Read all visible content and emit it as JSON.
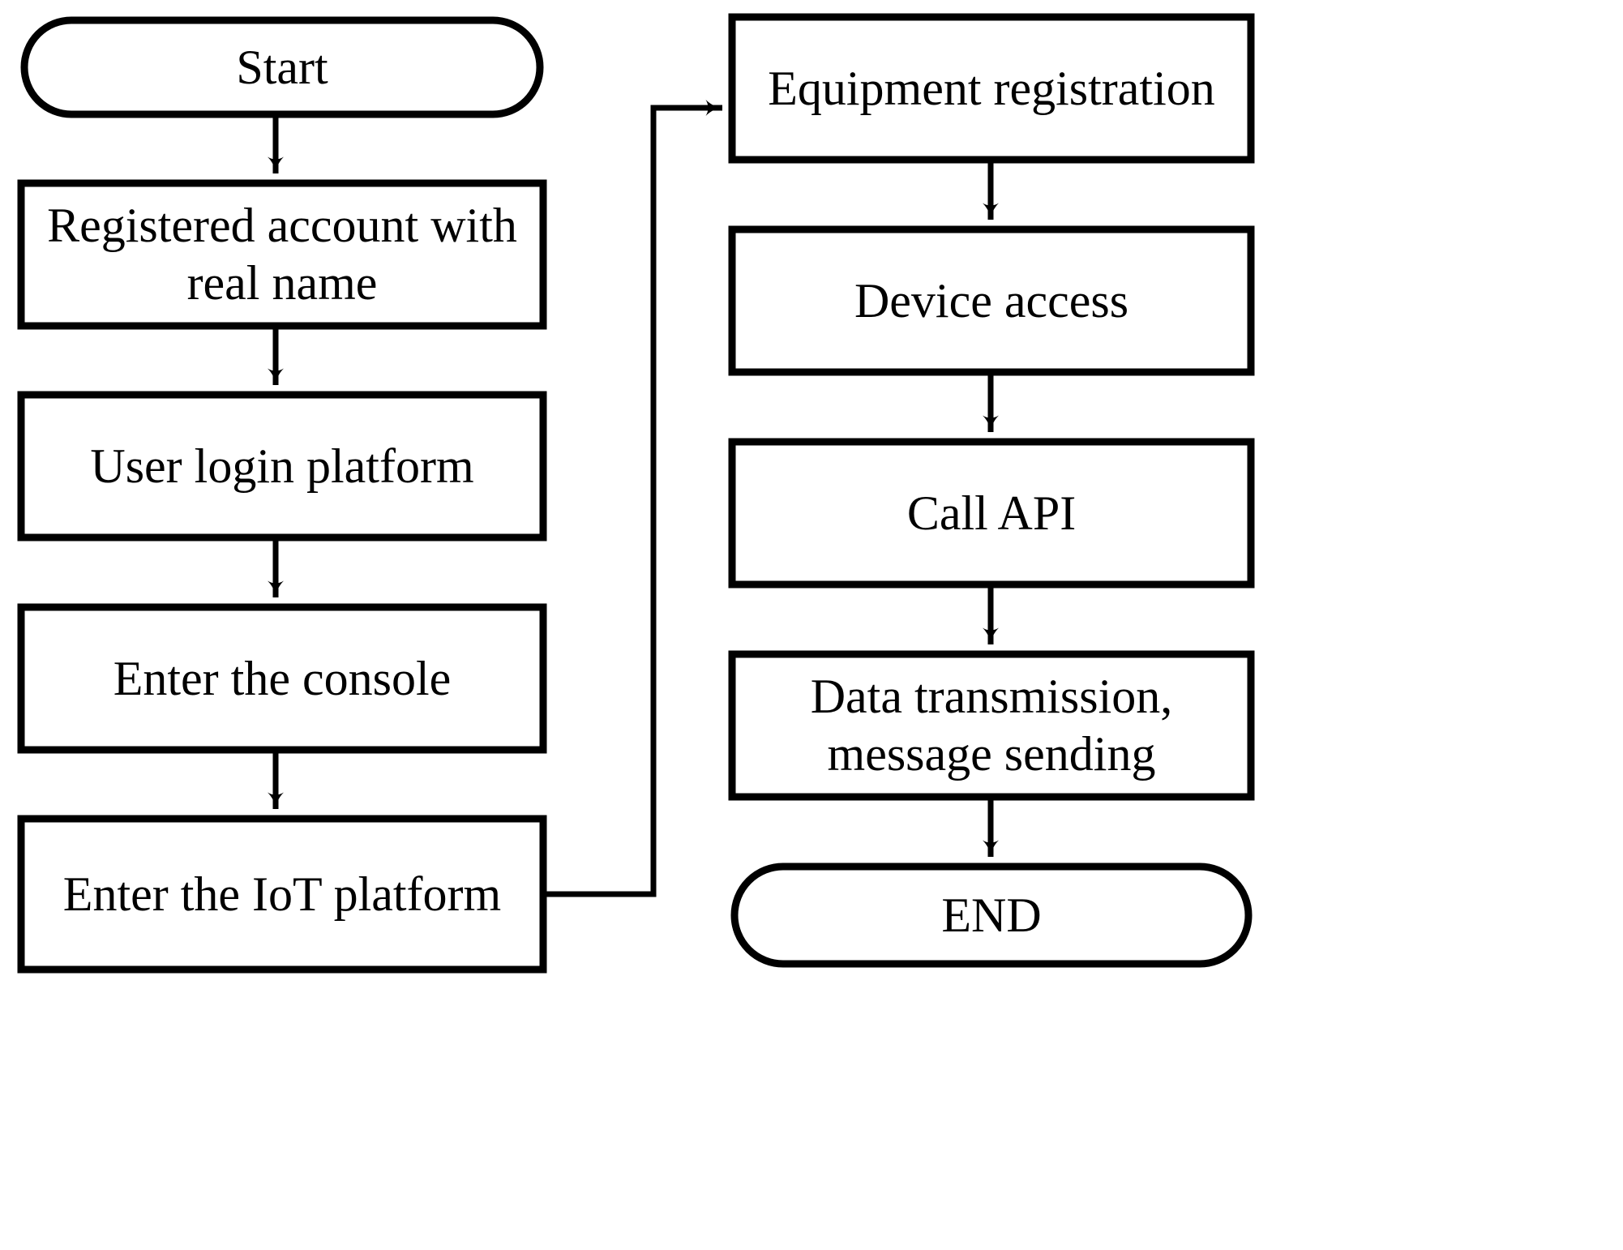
{
  "diagram": {
    "title": "IoT platform usage flowchart",
    "type": "flowchart",
    "orientation": "two-column, top-to-bottom, left column then right column",
    "stroke_color": "#000000",
    "fill_color": "#ffffff",
    "background_color": "#ffffff"
  },
  "nodes": {
    "start": {
      "label": "Start",
      "shape": "stadium"
    },
    "registered_account": {
      "label": "Registered account with\nreal name",
      "shape": "rectangle"
    },
    "user_login": {
      "label": "User login platform",
      "shape": "rectangle"
    },
    "enter_console": {
      "label": "Enter the console",
      "shape": "rectangle"
    },
    "enter_iot": {
      "label": "Enter the IoT platform",
      "shape": "rectangle"
    },
    "equipment_registration": {
      "label": "Equipment registration",
      "shape": "rectangle"
    },
    "device_access": {
      "label": "Device access",
      "shape": "rectangle"
    },
    "call_api": {
      "label": "Call API",
      "shape": "rectangle"
    },
    "data_transmission": {
      "label": "Data transmission,\nmessage sending",
      "shape": "rectangle"
    },
    "end": {
      "label": "END",
      "shape": "stadium"
    }
  },
  "edges": [
    {
      "from": "start",
      "to": "registered_account",
      "style": "arrow-down"
    },
    {
      "from": "registered_account",
      "to": "user_login",
      "style": "arrow-down"
    },
    {
      "from": "user_login",
      "to": "enter_console",
      "style": "arrow-down"
    },
    {
      "from": "enter_console",
      "to": "enter_iot",
      "style": "arrow-down"
    },
    {
      "from": "enter_iot",
      "to": "equipment_registration",
      "style": "elbow-right-up-arrow-right"
    },
    {
      "from": "equipment_registration",
      "to": "device_access",
      "style": "arrow-down"
    },
    {
      "from": "device_access",
      "to": "call_api",
      "style": "arrow-down"
    },
    {
      "from": "call_api",
      "to": "data_transmission",
      "style": "arrow-down"
    },
    {
      "from": "data_transmission",
      "to": "end",
      "style": "arrow-down"
    }
  ]
}
